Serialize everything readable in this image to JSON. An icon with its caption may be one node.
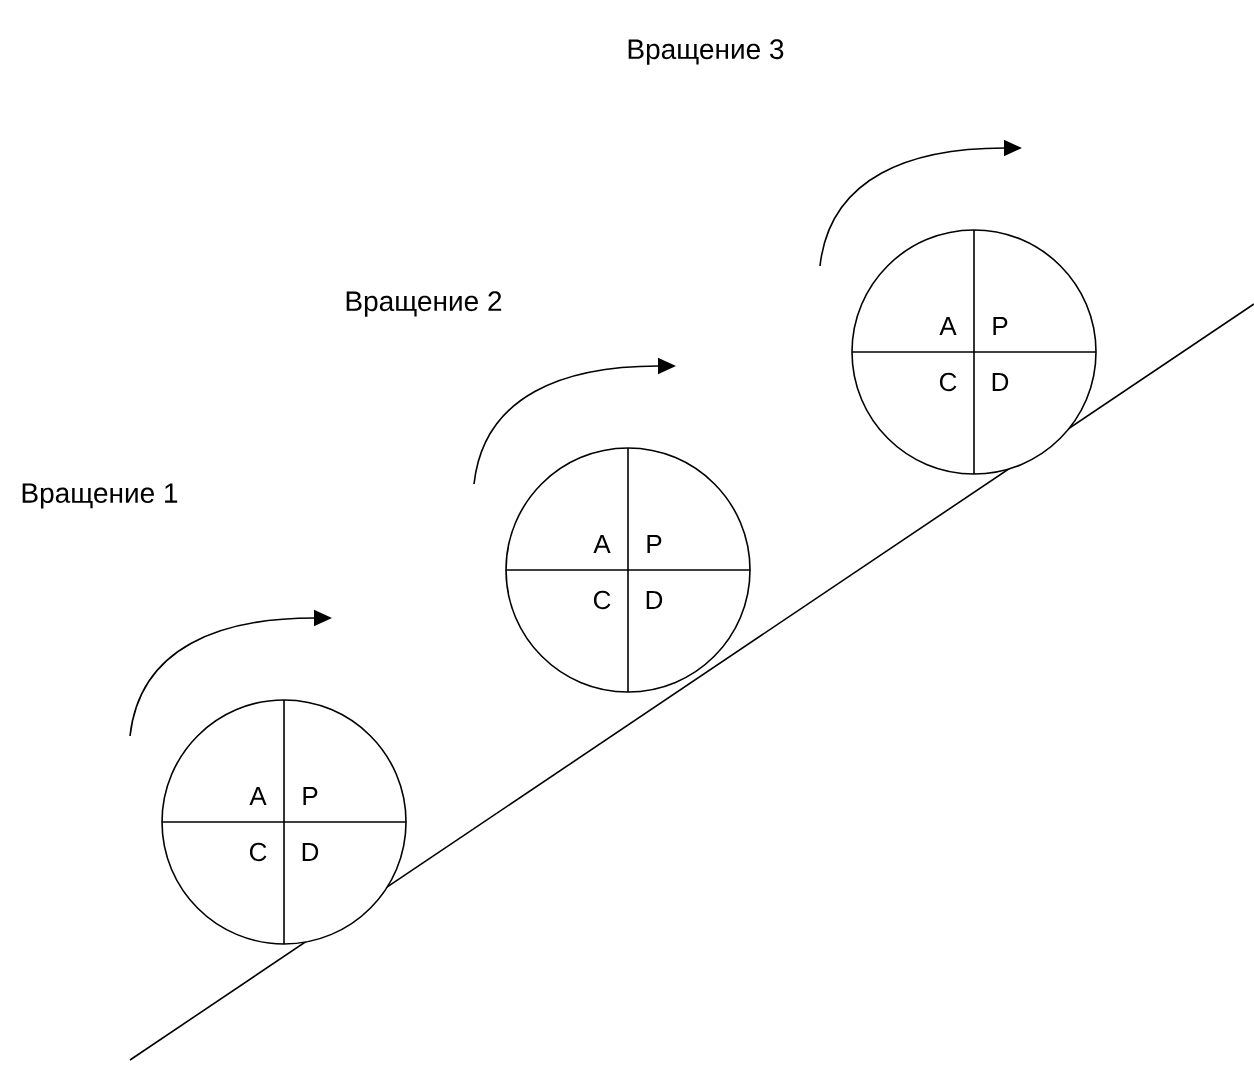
{
  "diagram": {
    "nodes": [
      {
        "text": [
          "A",
          "P",
          "C",
          "D"
        ]
      },
      {
        "text": [
          "A",
          "P",
          "C",
          "D"
        ]
      },
      {
        "text": [
          "A",
          "P",
          "C",
          "D"
        ]
      }
    ],
    "labels": [
      "Вращение 3",
      "Вращение 2",
      "Вращение 1"
    ]
  }
}
